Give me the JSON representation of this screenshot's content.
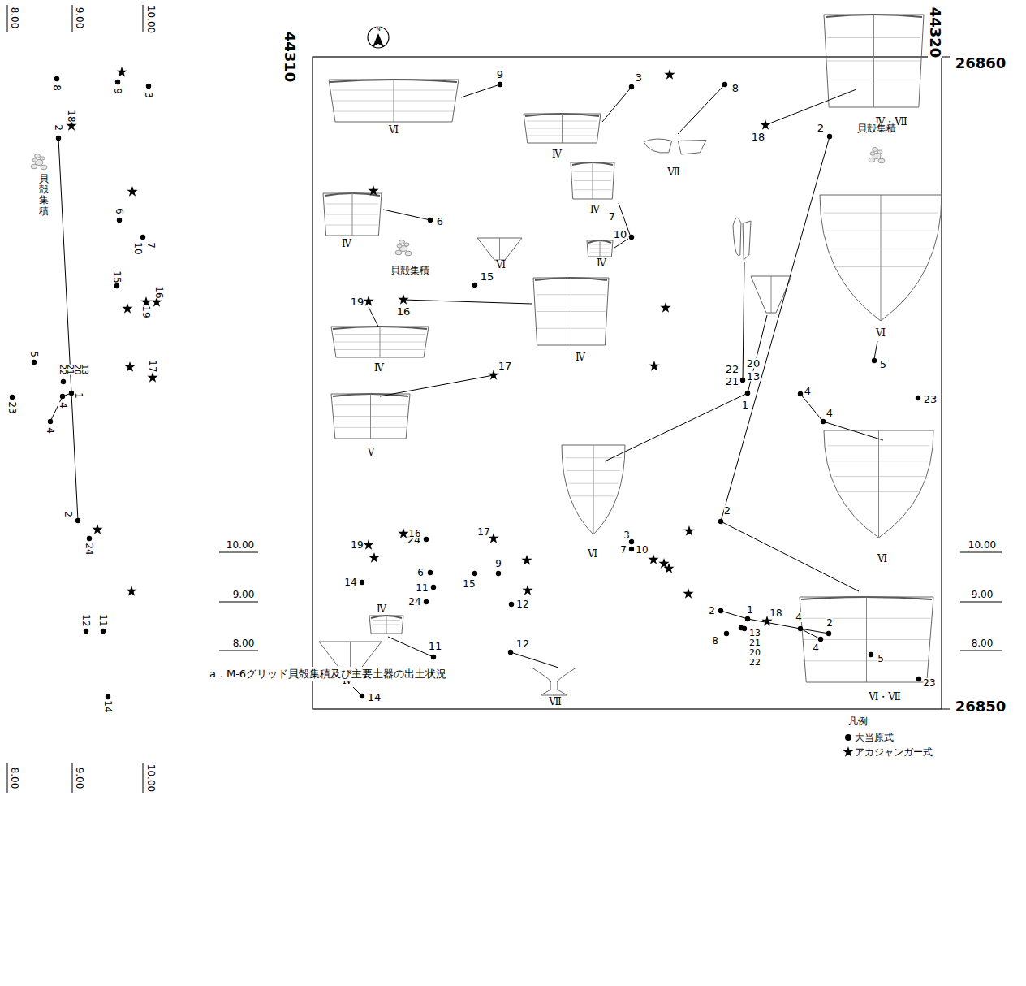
{
  "diagram": {
    "caption": "a．M-6グリッド貝殻集積及び主要土器の出土状況",
    "labels": [
      "44310",
      "44320",
      "26860",
      "26850",
      "N",
      "9",
      "Ⅵ",
      "3",
      "Ⅳ",
      "8",
      "Ⅶ",
      "Ⅳ・Ⅶ",
      "18",
      "2",
      "貝殻集積",
      "Ⅵ",
      "6",
      "Ⅳ",
      "貝殻集積",
      "Ⅳ",
      "7",
      "10",
      "Ⅳ",
      "Ⅵ",
      "15",
      "19",
      "16",
      "Ⅳ",
      "Ⅳ",
      "17",
      "Ⅴ",
      "22",
      "21",
      "20",
      "13",
      "1",
      "4",
      "4",
      "5",
      "23",
      "Ⅵ",
      "Ⅵ",
      "2",
      "Ⅵ・Ⅶ",
      "24",
      "Ⅳ",
      "11",
      "12",
      "Ⅶ",
      "Ⅳ",
      "14",
      "凡例",
      "8.00",
      "9.00",
      "10.00",
      "8",
      "9",
      "3",
      "18",
      "2",
      "貝殻集積",
      "6",
      "7",
      "10",
      "15",
      "16",
      "19",
      "5",
      "13",
      "20",
      "21",
      "22",
      "17",
      "1",
      "4",
      "4",
      "23",
      "2",
      "24",
      "12",
      "11",
      "14",
      "8.00",
      "9.00",
      "10.00",
      "10.00",
      "9.00",
      "8.00",
      "10.00",
      "9.00",
      "8.00",
      "19",
      "16",
      "17",
      "14",
      "6",
      "11",
      "24",
      "15",
      "9",
      "12",
      "3",
      "7",
      "10",
      "2",
      "1",
      "18",
      "8",
      "13",
      "21",
      "20",
      "22",
      "2",
      "4",
      "4",
      "5",
      "23"
    ],
    "legend": [
      {
        "text": "大当原式"
      },
      {
        "text": "アカジャンガー式"
      }
    ]
  }
}
